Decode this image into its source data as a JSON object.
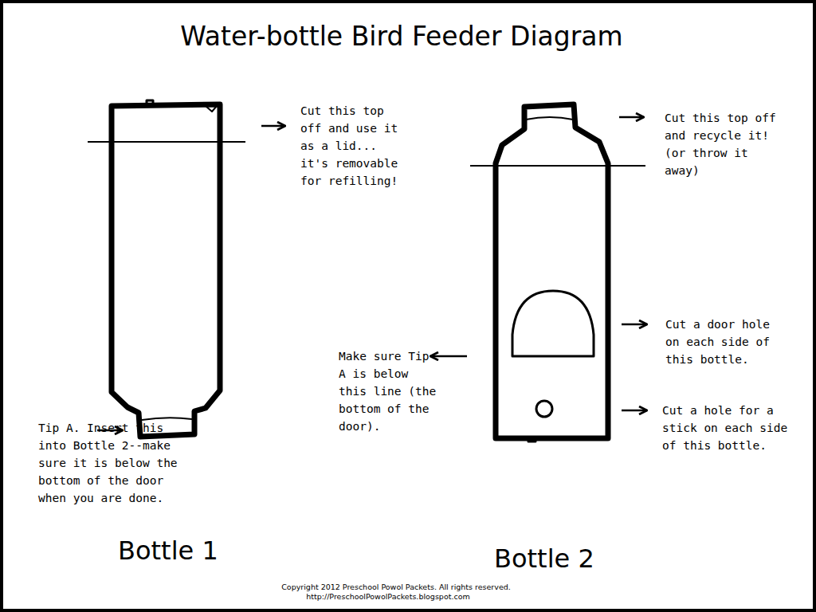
{
  "diagram": {
    "title": "Water-bottle Bird Feeder Diagram",
    "labels": [
      "Cut this top off and use it as a lid... it's removable for refilling!",
      "Cut this top off and recycle it! (or throw it away)",
      "Cut a door hole on each side of this bottle.",
      "Make sure Tip A is below this line (the bottom of the door).",
      "Cut a hole for a stick on each side of this bottle.",
      "Tip A. Insert this into Bottle 2--make sure it is below the bottom of the door when you are done.",
      "Bottle 1",
      "Bottle 2",
      "Copyright 2012 Preschool Powol Packets.  All rights reserved.",
      "http://PreschoolPowolPackets.blogspot.com"
    ]
  }
}
